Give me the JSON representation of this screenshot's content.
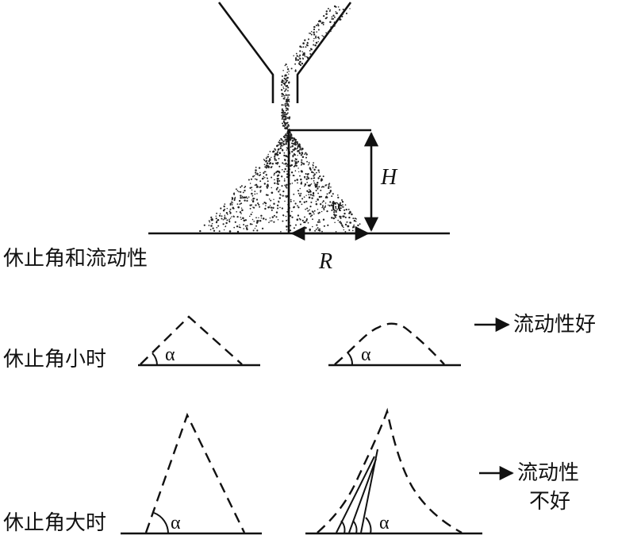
{
  "labels": {
    "repose_and_flow": "休止角和流动性",
    "height_symbol": "H",
    "radius_symbol": "R",
    "angle_symbol": "α",
    "small_angle": "休止角小时",
    "large_angle": "休止角大时",
    "good_flow": "流动性好",
    "poor_flow_line1": "流动性",
    "poor_flow_line2": "不好"
  }
}
